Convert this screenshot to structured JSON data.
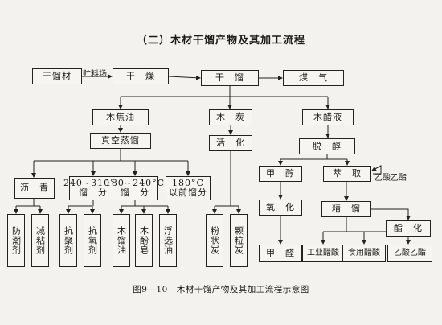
{
  "title": "（二）木材干馏产物及其加工流程",
  "caption": "图9—10　木材干馏产物及其加工流程示意图",
  "nodes": {
    "wood": "干馏材",
    "drying": "干　燥",
    "dry_distill": "干　馏",
    "gas": "煤　气",
    "tar": "木焦油",
    "charcoal": "木　炭",
    "vinegar": "木醋液",
    "vacuum_distill": "真空蒸馏",
    "activation": "活　化",
    "dealcohol": "脱　醇",
    "asphalt": "沥　青",
    "frac1": "240~310°C\n馏　分",
    "frac2": "180~240°C\n馏　分",
    "frac3": "180°C\n以前馏分",
    "methanol": "甲　醇",
    "extract": "萃　取",
    "oxidation": "氧　化",
    "rectify": "精　馏",
    "acetylate": "酯　化",
    "formaldehyde": "甲　醛",
    "ind_acetic": "工业醋酸",
    "food_acetic": "食用醋酸",
    "ethyl_acetate": "乙酸乙酯",
    "p_antitide": "防潮剂",
    "p_visc": "减粘剂",
    "p_sediment": "抗聚剂",
    "p_antiox": "抗氧剂",
    "p_wood_oil": "木馏油",
    "p_soap": "木酚皂",
    "p_flot": "浮选油",
    "p_powder_c": "粉状炭",
    "p_granular_c": "颗粒炭"
  },
  "edge_labels": {
    "yard": "贮料场",
    "ethyl_acetate_side": "乙酸乙酯"
  }
}
